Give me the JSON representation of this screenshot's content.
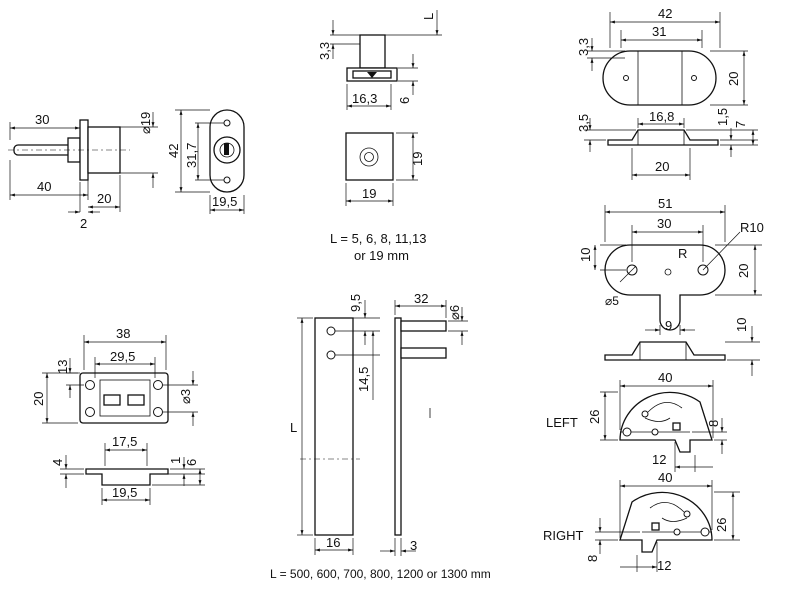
{
  "dims": {
    "d30": "30",
    "d40": "40",
    "d20a": "20",
    "d2": "2",
    "dia19": "⌀19",
    "d42a": "42",
    "d31_7": "31,7",
    "d19_5a": "19,5",
    "L": "L",
    "d3_3a": "3,3",
    "d16_3": "16,3",
    "d6a": "6",
    "d19a": "19",
    "d19b": "19",
    "d42b": "42",
    "d31": "31",
    "d3_3b": "3,3",
    "d20b": "20",
    "d3_5": "3,5",
    "d16_8": "16,8",
    "d1_5": "1,5",
    "d7": "7",
    "d20c": "20",
    "d51": "51",
    "d30b": "30",
    "R10": "R10",
    "R": "R",
    "d10a": "10",
    "d20d": "20",
    "dia5": "⌀5",
    "d9": "9",
    "d10b": "10",
    "d38": "38",
    "d29_5": "29,5",
    "d13": "13",
    "d20e": "20",
    "dia3": "⌀3",
    "d17_5": "17,5",
    "d4": "4",
    "d1": "1",
    "d6b": "6",
    "d19_5b": "19,5",
    "d9_5": "9,5",
    "d14_5": "14,5",
    "L2": "L",
    "d16": "16",
    "d32": "32",
    "dia6": "⌀6",
    "d3": "3",
    "d40a": "40",
    "d26a": "26",
    "d8a": "8",
    "d12a": "12",
    "d40b": "40",
    "d26b": "26",
    "d8b": "8",
    "d12b": "12"
  },
  "labels": {
    "left": "LEFT",
    "right": "RIGHT"
  },
  "notes": {
    "l_sizes_1": "L = 5, 6, 8, 11,13",
    "l_sizes_2": "or 19 mm",
    "l_lengths": "L = 500, 600, 700, 800, 1200 or 1300 mm"
  }
}
